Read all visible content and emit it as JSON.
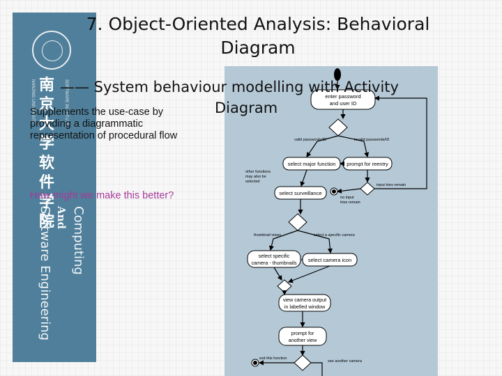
{
  "slide": {
    "title_line1": "7. Object-Oriented Analysis: Behavioral",
    "title_line2": "Diagram",
    "subtitle_line1": "—— System behaviour modelling with Activity",
    "subtitle_line2": "Diagram",
    "description": "Supplements the use-case by providing a diagrammatic representation of procedural flow",
    "question": "How might we make this better?"
  },
  "sidebar": {
    "vertical_text_1": "Computing",
    "vertical_text_2": "And",
    "vertical_text_3": "Software Engineering",
    "cn_glyphs": "南京大学软件学院",
    "cn_small_left": "NANJING UNIVERSITY",
    "cn_small_right": "SOFTWARE INSTITUTE"
  },
  "activity_diagram": {
    "nodes": {
      "enter_password": [
        "enter password",
        "and user ID"
      ],
      "select_major_function": "select major function",
      "prompt_for_reentry": "prompt for reentry",
      "select_surveillance": "select surveillance",
      "select_specific_camera": [
        "select specific",
        "camera - thumbnails"
      ],
      "select_camera_icon": "select camera icon",
      "view_camera_output": [
        "view camera output",
        "in labelled window"
      ],
      "prompt_for_another_view": [
        "prompt for",
        "another view"
      ]
    },
    "guards": {
      "valid_passwords": "valid passwords/ID",
      "invalid_passwords": "invalid passwords/ID",
      "other_functions": [
        "other functions",
        "may also be",
        "selected"
      ],
      "input_tries_remain": "input tries remain",
      "no_input_tries_remain": [
        "no input",
        "tries remain"
      ],
      "thumbnail_views": "thumbnail views",
      "select_a_specific_camera": "select a specific camera",
      "exit_this_function": "exit this function",
      "see_another_camera": "see another camera"
    }
  },
  "colors": {
    "sidebar": "#4f7f9a",
    "panel": "#b4c8d6",
    "action_fill": "#ffffff",
    "question_text": "#a63a9a"
  }
}
